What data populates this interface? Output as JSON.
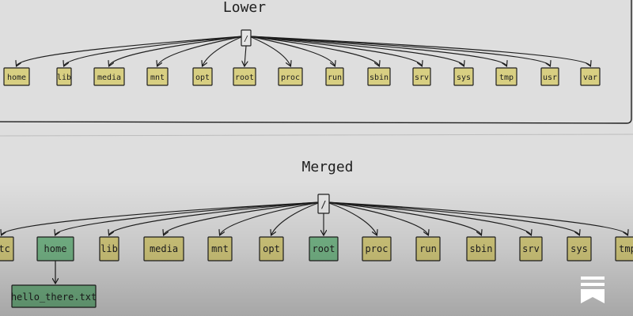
{
  "colors": {
    "background": "#dedede",
    "stroke": "#1e1e1e",
    "box_lower": "#d8cf82",
    "box_merged_yellow": "#d6cc7e",
    "box_merged_green": "#78b98a",
    "bookmark": "#ffffff"
  },
  "lower": {
    "title": "Lower",
    "root_label": "/",
    "children": [
      "home",
      "lib",
      "media",
      "mnt",
      "opt",
      "root",
      "proc",
      "run",
      "sbin",
      "srv",
      "sys",
      "tmp",
      "usr",
      "var"
    ]
  },
  "merged": {
    "title": "Merged",
    "root_label": "/",
    "children": [
      {
        "label": "etc",
        "color": "yellow"
      },
      {
        "label": "home",
        "color": "green"
      },
      {
        "label": "lib",
        "color": "yellow"
      },
      {
        "label": "media",
        "color": "yellow"
      },
      {
        "label": "mnt",
        "color": "yellow"
      },
      {
        "label": "opt",
        "color": "yellow"
      },
      {
        "label": "root",
        "color": "green"
      },
      {
        "label": "proc",
        "color": "yellow"
      },
      {
        "label": "run",
        "color": "yellow"
      },
      {
        "label": "sbin",
        "color": "yellow"
      },
      {
        "label": "srv",
        "color": "yellow"
      },
      {
        "label": "sys",
        "color": "yellow"
      },
      {
        "label": "tmp",
        "color": "yellow"
      }
    ],
    "file": {
      "label": "hello_there.txt",
      "color": "green"
    }
  },
  "icons": {
    "bookmark": "bookmark-icon"
  }
}
